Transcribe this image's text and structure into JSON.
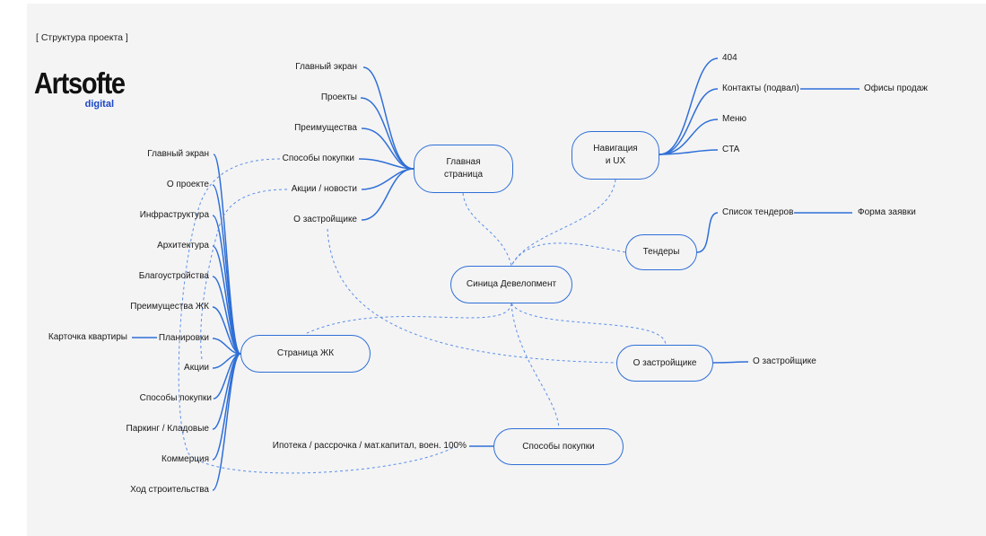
{
  "header": {
    "title": "[ Структура проекта ]"
  },
  "logo": {
    "name": "Artsofte",
    "sub": "digital"
  },
  "colors": {
    "line": "#2f6fd6",
    "dashed": "#5b8ee6",
    "brand": "#1a46c8",
    "background": "#f4f4f5"
  },
  "nodes": {
    "center": "Синица Девелопмент",
    "main_page": "Главная\nстраница",
    "navigation": "Навигация\nи UX",
    "tenders": "Тендеры",
    "complex_page": "Страница ЖК",
    "developer": "О застройщике",
    "purchase": "Способы покупки"
  },
  "main_page_items": [
    "Главный экран",
    "Проекты",
    "Преимущества",
    "Способы покупки",
    "Акции / новости",
    "О застройщике"
  ],
  "navigation_items": [
    "404",
    "Контакты (подвал)",
    "Меню",
    "CTA"
  ],
  "navigation_sub": "Офисы продаж",
  "tenders_items": [
    "Список тендеров"
  ],
  "tenders_sub": "Форма заявки",
  "complex_items": [
    "Главный экран",
    "О проекте",
    "Инфраструктура",
    "Архитектура",
    "Благоустройства",
    "Преимущества ЖК",
    "Планировки",
    "Акции",
    "Способы покупки",
    "Паркинг / Кладовые",
    "Коммерция",
    "Ход строительства"
  ],
  "complex_sub": "Карточка квартиры",
  "developer_items": [
    "О застройщике"
  ],
  "purchase_items": [
    "Ипотека / рассрочка / мат.капитал, воен. 100%"
  ]
}
